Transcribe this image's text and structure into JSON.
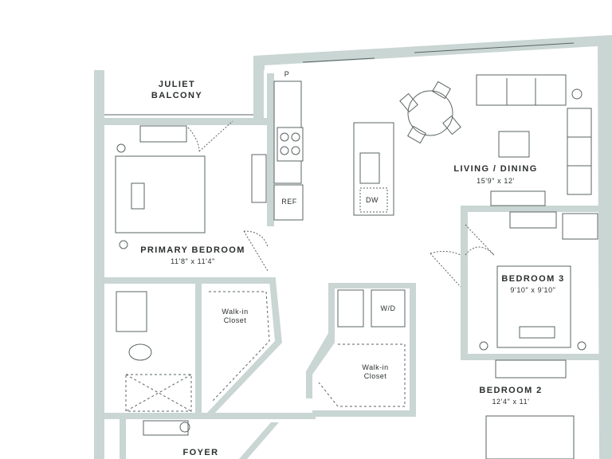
{
  "plan": {
    "wall_color": "#c9d6d3",
    "line_color": "#5a6463",
    "fixture_color": "#ffffff"
  },
  "labels": {
    "juliet_balcony_line1": "JULIET",
    "juliet_balcony_line2": "BALCONY",
    "living_dining": "LIVING / DINING",
    "living_dining_dim": "15'9\" x 12'",
    "primary_bedroom": "PRIMARY BEDROOM",
    "primary_bedroom_dim": "11'8\" x 11'4\"",
    "bedroom3": "BEDROOM 3",
    "bedroom3_dim": "9'10\" x 9'10\"",
    "bedroom2": "BEDROOM 2",
    "bedroom2_dim": "12'4\" x 11'",
    "walkin_closet_1_line1": "Walk-in",
    "walkin_closet_1_line2": "Closet",
    "walkin_closet_2_line1": "Walk-in",
    "walkin_closet_2_line2": "Closet",
    "wd": "W/D",
    "ref": "REF",
    "dw": "DW",
    "pantry": "P",
    "foyer": "FOYER"
  }
}
